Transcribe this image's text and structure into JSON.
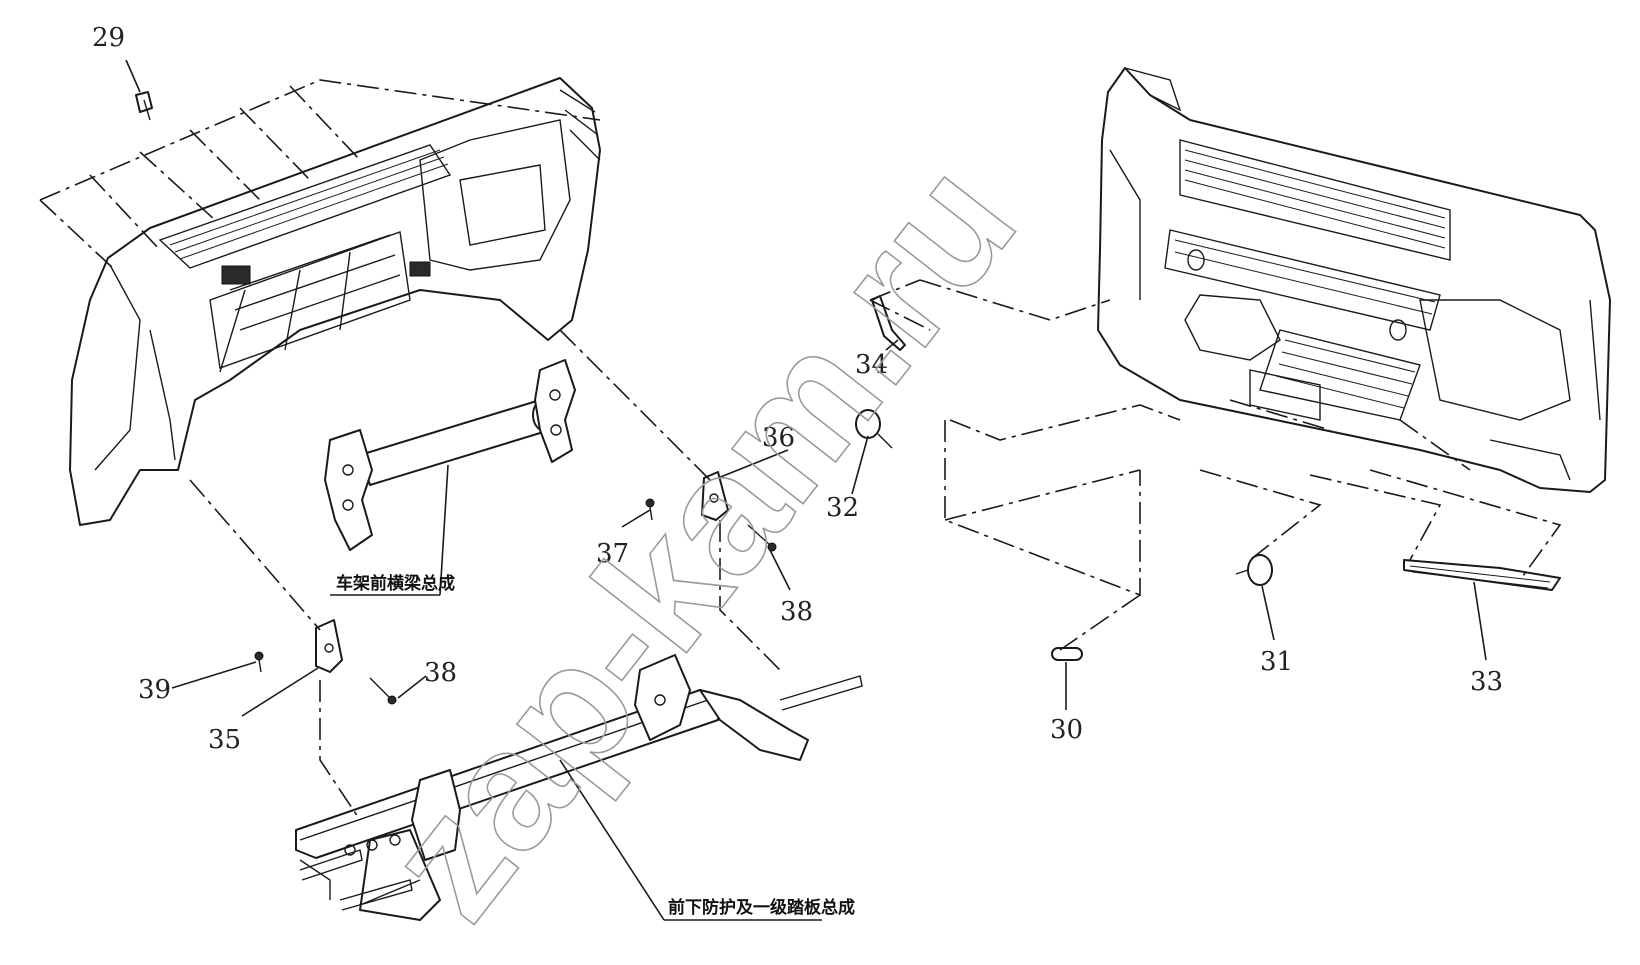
{
  "watermark": "zap-kam.ru",
  "callouts": {
    "c29": "29",
    "c30": "30",
    "c31": "31",
    "c32": "32",
    "c33": "33",
    "c34": "34",
    "c35": "35",
    "c36": "36",
    "c37": "37",
    "c38a": "38",
    "c38b": "38",
    "c39": "39"
  },
  "assembly_labels": {
    "frame_front_crossbeam": "车架前横梁总成",
    "front_lower_guard_step": "前下防护及一级踏板总成"
  }
}
